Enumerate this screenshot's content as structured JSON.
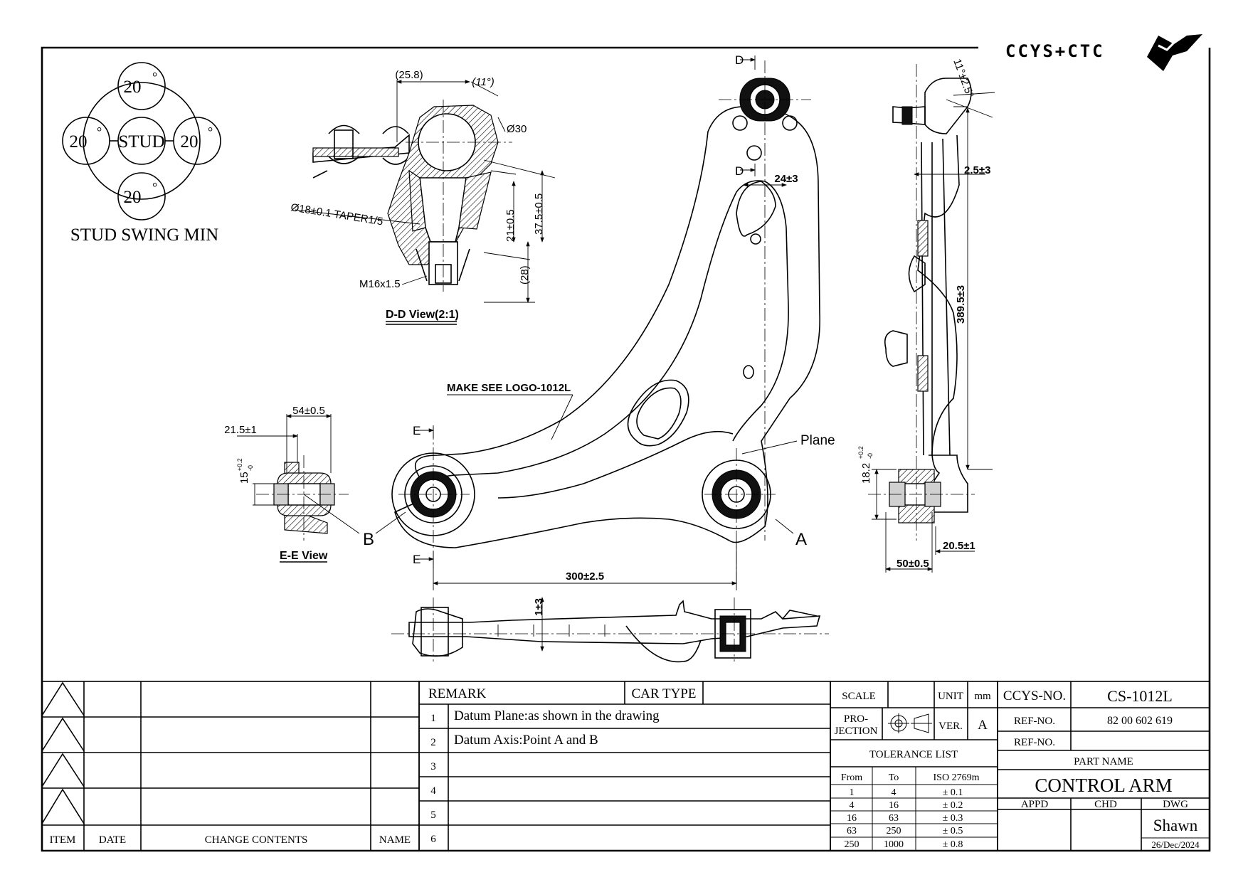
{
  "logo": {
    "text": "CCYS+CTC"
  },
  "stud_swing": {
    "center_label": "STUD",
    "angles": [
      "20",
      "20",
      "20",
      "20"
    ],
    "degree_mark": "°",
    "caption": "STUD SWING MIN"
  },
  "section_dd": {
    "dims": [
      "(25.8)",
      "(11°)",
      "Ø30",
      "Ø18±0.1 TAPER1/5",
      "21±0.5",
      "37.5±0.5",
      "(28)",
      "M16x1.5"
    ],
    "caption": "D-D View(2:1)"
  },
  "section_ee": {
    "dims": [
      "54±0.5",
      "21.5±1",
      "15"
    ],
    "tol_sup": "+0.2",
    "tol_sub": "-0",
    "caption": "E-E View"
  },
  "main_view": {
    "section_marks": [
      "D",
      "D",
      "E",
      "E"
    ],
    "dims": [
      "24±3",
      "300±2.5"
    ],
    "annotations": [
      "MAKE SEE LOGO-1012L",
      "Plane"
    ],
    "points": [
      "A",
      "B"
    ]
  },
  "side_view": {
    "dims": [
      "11°±2.5°",
      "2.5±3",
      "389.5±3",
      "18.2",
      "20.5±1",
      "50±0.5"
    ],
    "tol_sup": "+0.2",
    "tol_sub": "-0"
  },
  "bottom_view": {
    "dims": [
      "1±3"
    ]
  },
  "revision_table": {
    "headers": [
      "ITEM",
      "DATE",
      "CHANGE CONTENTS",
      "NAME"
    ]
  },
  "remarks": {
    "header": "REMARK",
    "car_type_label": "CAR TYPE",
    "rows": [
      {
        "num": "1",
        "text": "Datum Plane:as shown in the drawing"
      },
      {
        "num": "2",
        "text": "Datum Axis:Point A and B"
      },
      {
        "num": "3",
        "text": ""
      },
      {
        "num": "4",
        "text": ""
      },
      {
        "num": "5",
        "text": ""
      },
      {
        "num": "6",
        "text": ""
      }
    ]
  },
  "title_block": {
    "scale_label": "SCALE",
    "unit_label": "UNIT",
    "unit_value": "mm",
    "projection_label_1": "PRO-",
    "projection_label_2": "JECTION",
    "ver_label": "VER.",
    "ver_value": "A",
    "tolerance_title": "TOLERANCE LIST",
    "tol_headers": [
      "From",
      "To",
      "ISO 2769m"
    ],
    "tolerances": [
      {
        "from": "1",
        "to": "4",
        "tol": "± 0.1"
      },
      {
        "from": "4",
        "to": "16",
        "tol": "± 0.2"
      },
      {
        "from": "16",
        "to": "63",
        "tol": "± 0.3"
      },
      {
        "from": "63",
        "to": "250",
        "tol": "± 0.5"
      },
      {
        "from": "250",
        "to": "1000",
        "tol": "± 0.8"
      }
    ],
    "ccys_no_label": "CCYS-NO.",
    "ccys_no": "CS-1012L",
    "ref_no_label": "REF-NO.",
    "ref_no": "82 00 602 619",
    "ref_no2_label": "REF-NO.",
    "ref_no2": "",
    "part_name_label": "PART NAME",
    "part_name": "CONTROL ARM",
    "appd_label": "APPD",
    "chd_label": "CHD",
    "dwg_label": "DWG",
    "drawn_by": "Shawn",
    "date": "26/Dec/2024"
  }
}
